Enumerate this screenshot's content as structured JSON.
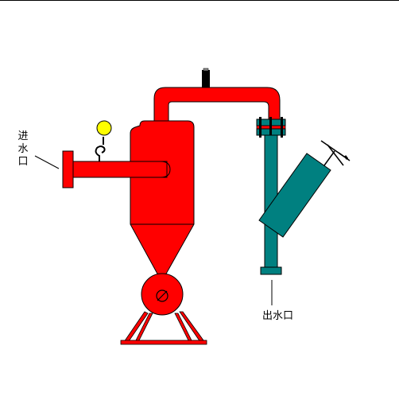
{
  "labels": {
    "inlet_line1": "进",
    "inlet_line2": "水",
    "inlet_line3": "口",
    "outlet": "出水口"
  },
  "colors": {
    "tank": "#ff0000",
    "outlet_pipe": "#008080",
    "gauge": "#ffff00",
    "outline": "#000000",
    "background": "#ffffff"
  }
}
